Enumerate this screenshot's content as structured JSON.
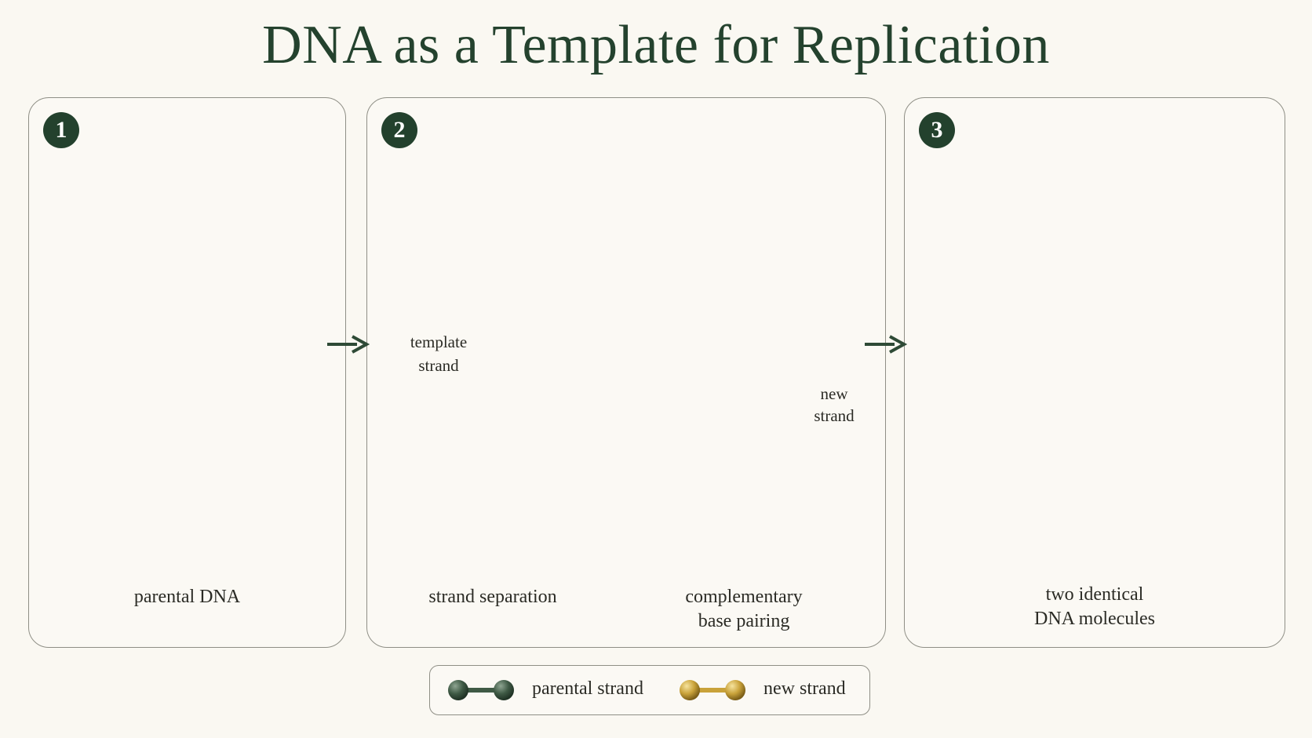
{
  "title": "DNA as a Template for Replication",
  "panels": [
    {
      "number": "1",
      "caption": "parental DNA"
    },
    {
      "number": "2",
      "caption_left": "strand separation",
      "caption_right_line1": "complementary",
      "caption_right_line2": "base pairing",
      "label_template_line1": "template",
      "label_template_line2": "strand",
      "label_new_line1": "new",
      "label_new_line2": "strand"
    },
    {
      "number": "3",
      "caption_line1": "two identical",
      "caption_line2": "DNA molecules"
    }
  ],
  "legend": {
    "parental": "parental strand",
    "new": "new strand"
  },
  "colors": {
    "parental": "#3f5a45",
    "new": "#c9a23a",
    "base": "#e6e4dc",
    "title": "#24422e"
  }
}
